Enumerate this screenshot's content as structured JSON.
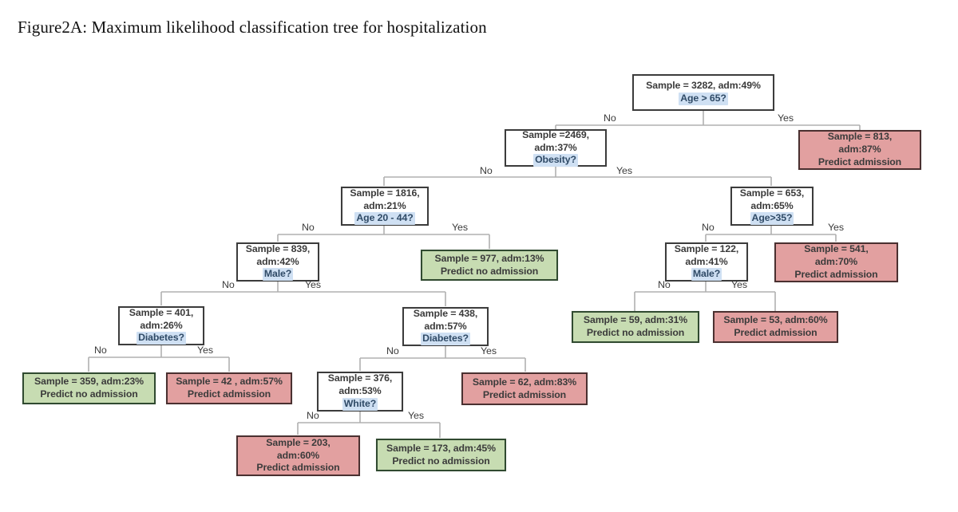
{
  "figure": {
    "title": "Figure2A: Maximum likelihood classification tree for hospitalization",
    "colors": {
      "predict_admission_fill": "#e2a0a0",
      "predict_no_admission_fill": "#c7dcb2",
      "split_fill": "#ffffff",
      "question_highlight": "#cfe0f3",
      "question_text": "#2f4a66",
      "border": "#3c3c3c",
      "connector": "#b0b0b0",
      "text": "#3b3b3b"
    }
  },
  "edge_labels": {
    "no": "No",
    "yes": "Yes"
  },
  "nodes": {
    "root": {
      "line1": "Sample = 3282, adm:49%",
      "question": "Age > 65?",
      "sample": 3282,
      "adm_pct": 49,
      "type": "split"
    },
    "obesity": {
      "line1": "Sample =2469,",
      "line2": "adm:37%",
      "question": "Obesity?",
      "sample": 2469,
      "adm_pct": 37,
      "type": "split"
    },
    "age65_yes": {
      "line1": "Sample = 813,",
      "line2": "adm:87%",
      "line3": "Predict admission",
      "sample": 813,
      "adm_pct": 87,
      "type": "leaf-pos"
    },
    "age2044": {
      "line1": "Sample = 1816,",
      "line2": "adm:21%",
      "question": "Age 20 - 44?",
      "sample": 1816,
      "adm_pct": 21,
      "type": "split"
    },
    "age35": {
      "line1": "Sample = 653,",
      "line2": "adm:65%",
      "question": "Age>35?",
      "sample": 653,
      "adm_pct": 65,
      "type": "split"
    },
    "male839": {
      "line1": "Sample = 839,",
      "line2": "adm:42%",
      "question": "Male?",
      "sample": 839,
      "adm_pct": 42,
      "type": "split"
    },
    "leaf977": {
      "line1": "Sample = 977,  adm:13%",
      "line2": "Predict no admission",
      "sample": 977,
      "adm_pct": 13,
      "type": "leaf-neg"
    },
    "male122": {
      "line1": "Sample = 122,",
      "line2": "adm:41%",
      "question": "Male?",
      "sample": 122,
      "adm_pct": 41,
      "type": "split"
    },
    "leaf541": {
      "line1": "Sample = 541,",
      "line2": "adm:70%",
      "line3": "Predict admission",
      "sample": 541,
      "adm_pct": 70,
      "type": "leaf-pos"
    },
    "diabetes401": {
      "line1": "Sample = 401,",
      "line2": "adm:26%",
      "question": "Diabetes?",
      "sample": 401,
      "adm_pct": 26,
      "type": "split"
    },
    "diabetes438": {
      "line1": "Sample = 438,",
      "line2": "adm:57%",
      "question": "Diabetes?",
      "sample": 438,
      "adm_pct": 57,
      "type": "split"
    },
    "leaf59": {
      "line1": "Sample = 59, adm:31%",
      "line2": "Predict no admission",
      "sample": 59,
      "adm_pct": 31,
      "type": "leaf-neg"
    },
    "leaf53": {
      "line1": "Sample = 53, adm:60%",
      "line2": "Predict admission",
      "sample": 53,
      "adm_pct": 60,
      "type": "leaf-pos"
    },
    "leaf359": {
      "line1": "Sample = 359, adm:23%",
      "line2": "Predict no admission",
      "sample": 359,
      "adm_pct": 23,
      "type": "leaf-neg"
    },
    "leaf42": {
      "line1": "Sample = 42 , adm:57%",
      "line2": "Predict admission",
      "sample": 42,
      "adm_pct": 57,
      "type": "leaf-pos"
    },
    "white376": {
      "line1": "Sample = 376,",
      "line2": "adm:53%",
      "question": "White?",
      "sample": 376,
      "adm_pct": 53,
      "type": "split"
    },
    "leaf62": {
      "line1": "Sample = 62, adm:83%",
      "line2": "Predict admission",
      "sample": 62,
      "adm_pct": 83,
      "type": "leaf-pos"
    },
    "leaf203": {
      "line1": "Sample = 203,",
      "line2": "adm:60%",
      "line3": "Predict admission",
      "sample": 203,
      "adm_pct": 60,
      "type": "leaf-pos"
    },
    "leaf173": {
      "line1": "Sample = 173, adm:45%",
      "line2": "Predict no admission",
      "sample": 173,
      "adm_pct": 45,
      "type": "leaf-neg"
    }
  }
}
